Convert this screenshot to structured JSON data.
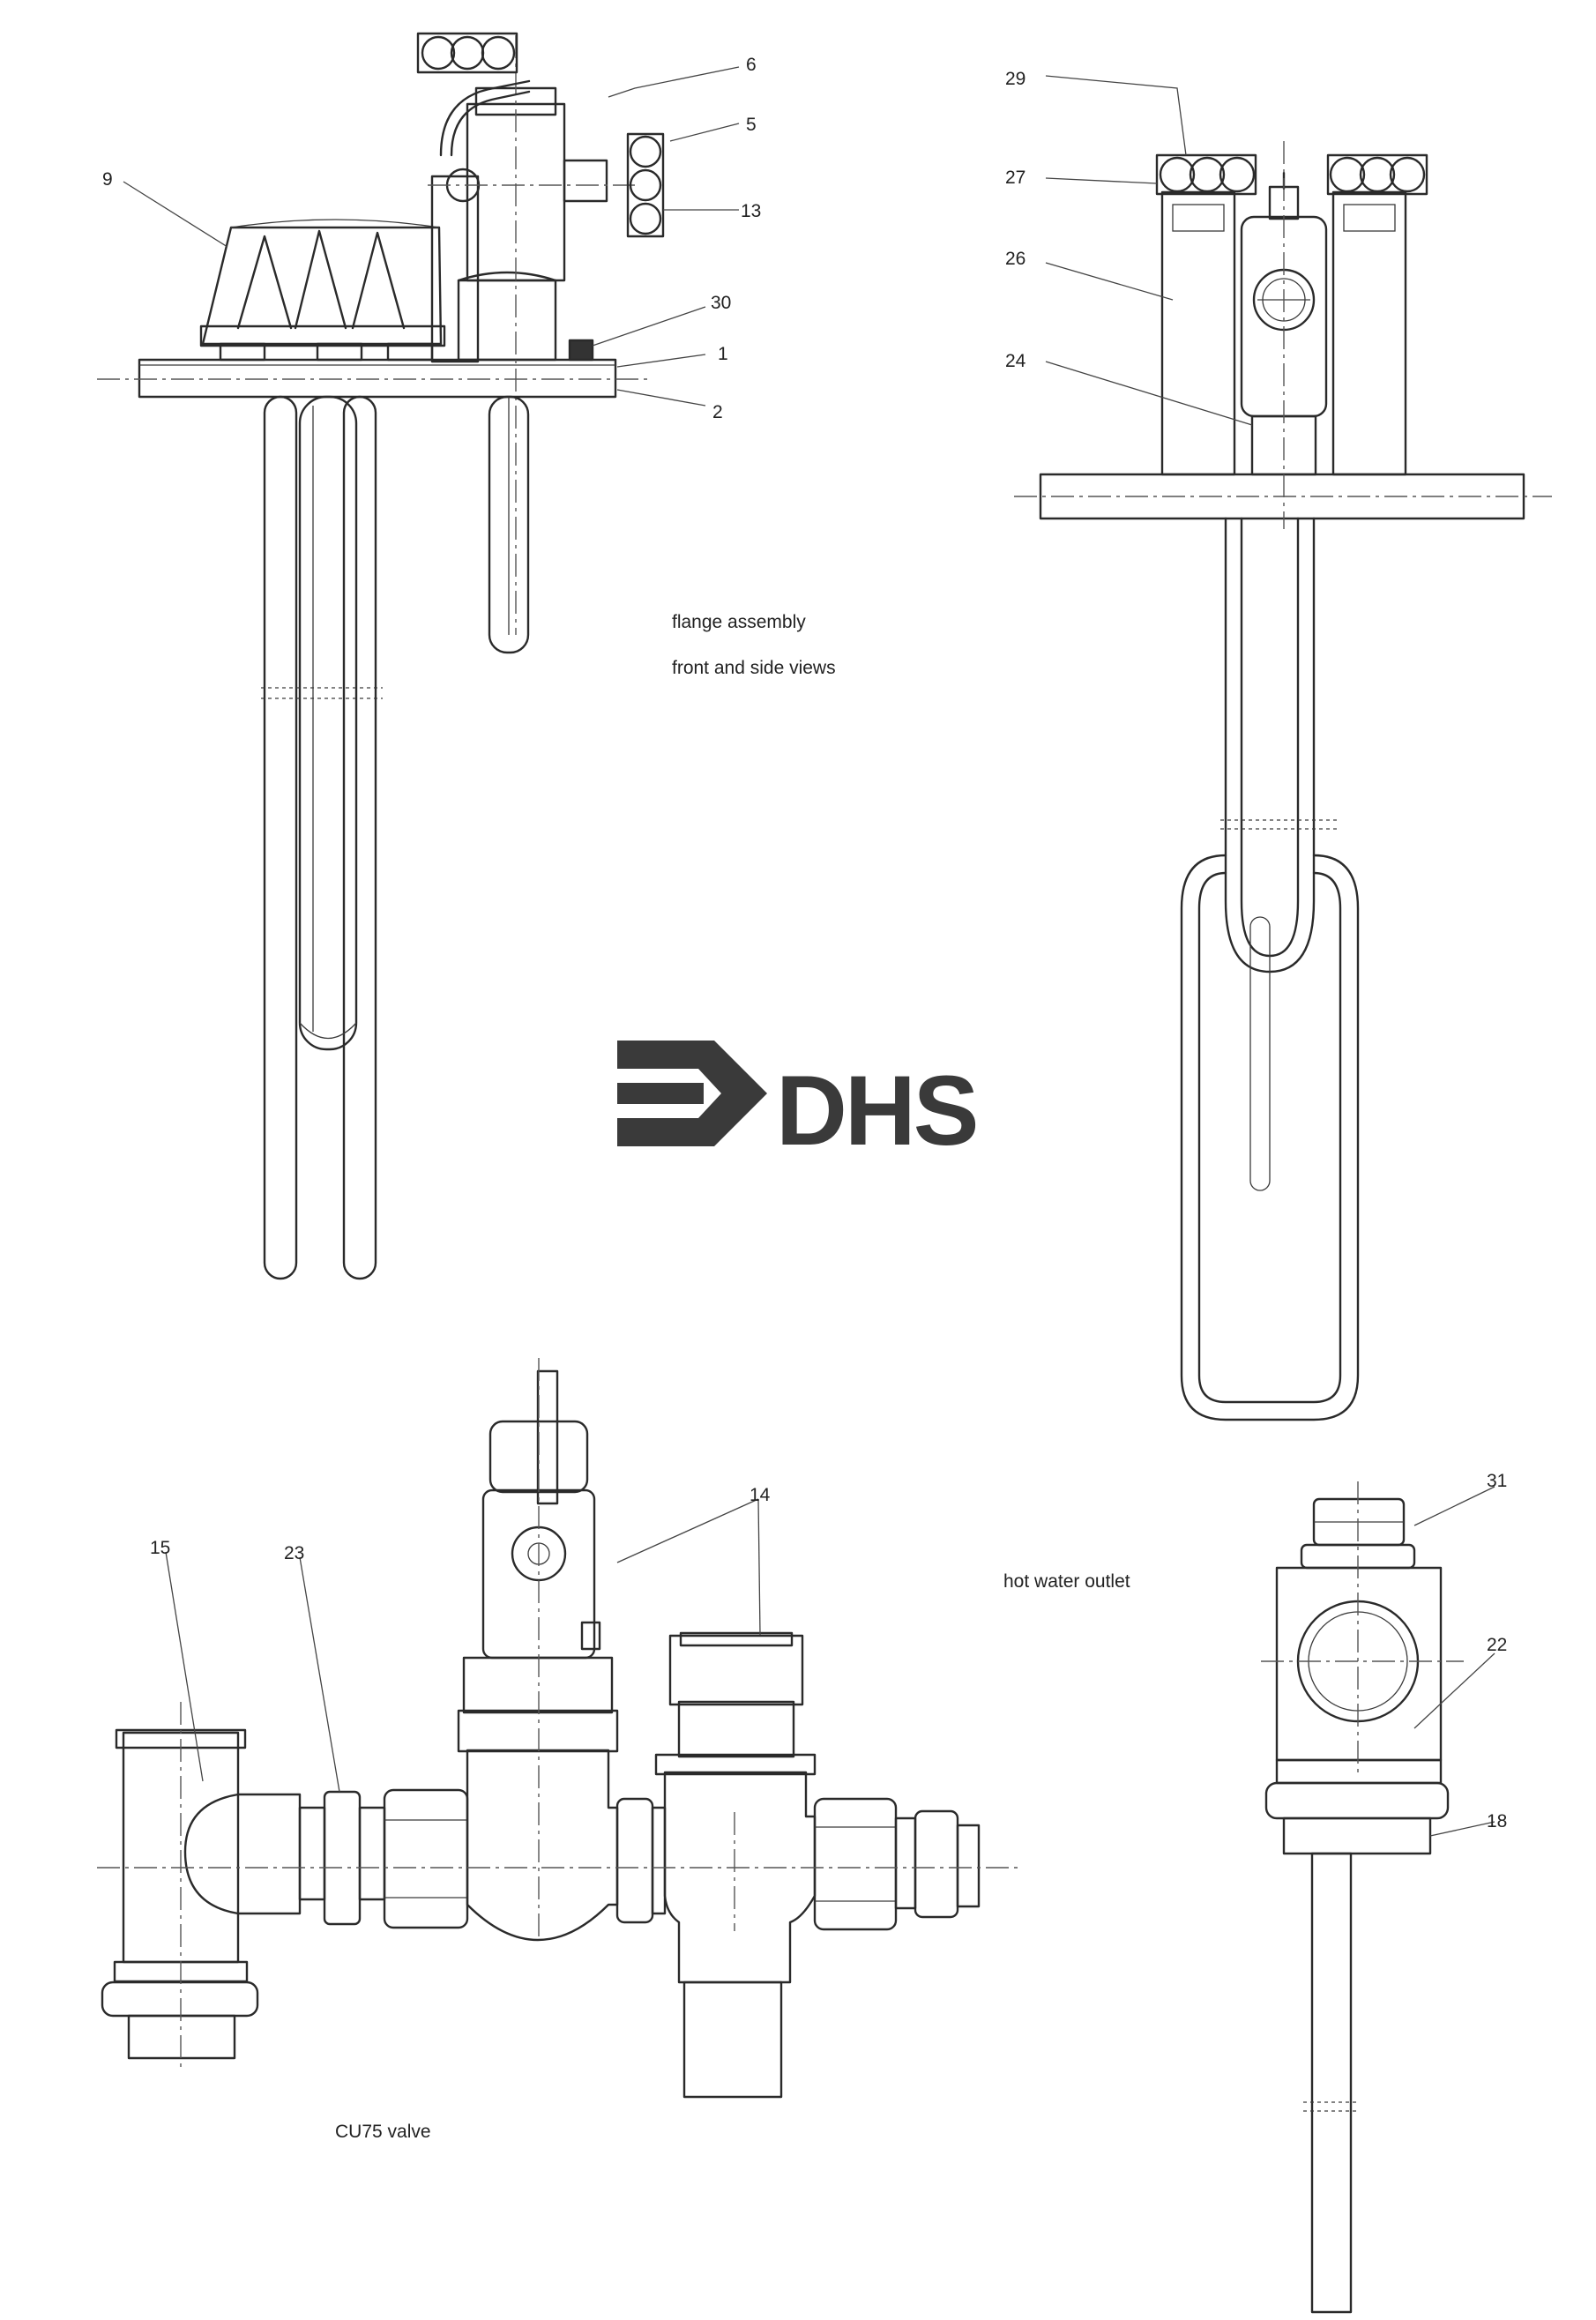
{
  "labels": {
    "p6": "6",
    "p5": "5",
    "p9": "9",
    "p13": "13",
    "p30": "30",
    "p1": "1",
    "p2": "2",
    "p29": "29",
    "p27": "27",
    "p26": "26",
    "p24": "24",
    "p14": "14",
    "p15": "15",
    "p23": "23",
    "p31": "31",
    "p22": "22",
    "p18": "18"
  },
  "captions": {
    "flange_title": "flange assembly",
    "flange_sub": "front and side views",
    "hot_water": "hot water outlet",
    "valve": "CU75 valve"
  },
  "logo": {
    "text": "DHS",
    "color": "#3a3a3a"
  }
}
